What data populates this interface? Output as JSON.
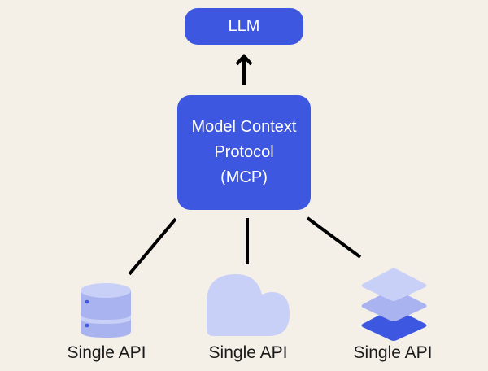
{
  "diagram": {
    "top_node": {
      "label": "LLM"
    },
    "center_node": {
      "lines": [
        "Model Context",
        "Protocol",
        "(MCP)"
      ]
    },
    "sources": [
      {
        "icon": "database-icon",
        "label": "Single API"
      },
      {
        "icon": "cloud-icon",
        "label": "Single API"
      },
      {
        "icon": "layers-icon",
        "label": "Single API"
      }
    ],
    "edges": [
      {
        "from": "center_node",
        "to": "top_node",
        "arrow": true
      },
      {
        "from": "sources.0",
        "to": "center_node",
        "arrow": false
      },
      {
        "from": "sources.1",
        "to": "center_node",
        "arrow": false
      },
      {
        "from": "sources.2",
        "to": "center_node",
        "arrow": false
      }
    ],
    "colors": {
      "background": "#f4f0e8",
      "node": "#3d57e0",
      "icon_light": "#c9d0f7",
      "icon_mid": "#a9b3f0",
      "icon_dark": "#3d57e0",
      "line": "#000000"
    }
  }
}
